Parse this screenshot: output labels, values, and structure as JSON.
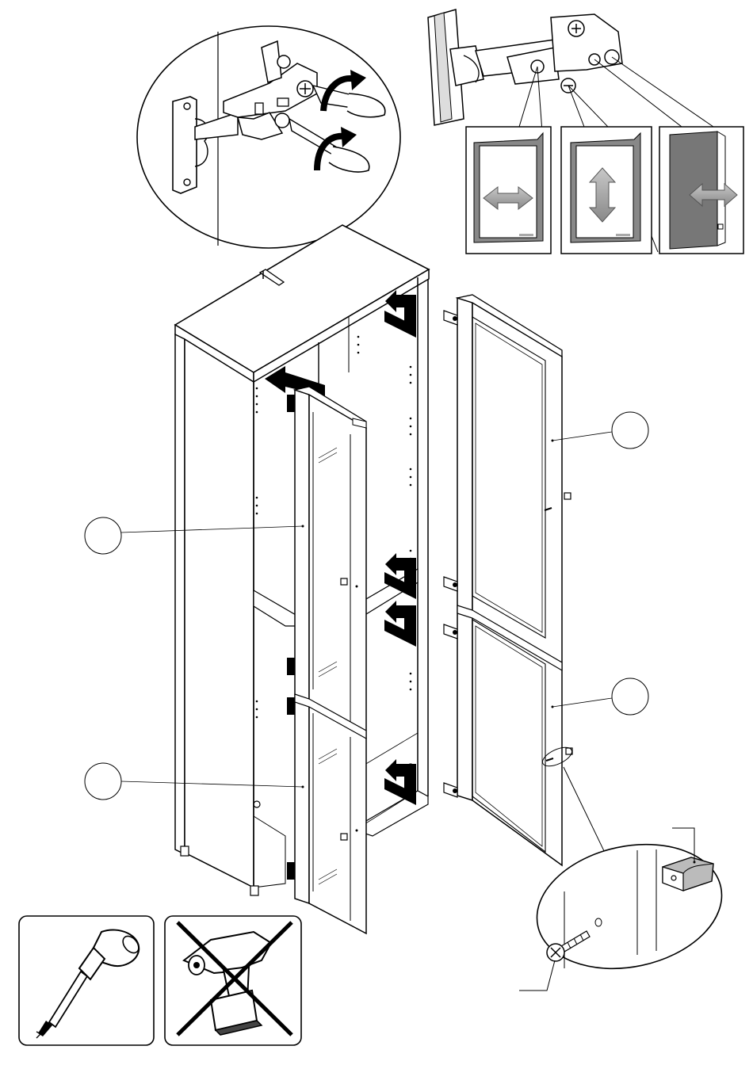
{
  "title": "",
  "callouts": [
    {
      "id": "left-door-upper",
      "label": ""
    },
    {
      "id": "left-door-lower",
      "label": ""
    },
    {
      "id": "right-door-upper",
      "label": ""
    },
    {
      "id": "right-door-lower",
      "label": ""
    }
  ],
  "adjustments": [
    {
      "name": "side-adjustment",
      "direction": "horizontal"
    },
    {
      "name": "height-adjustment",
      "direction": "vertical"
    },
    {
      "name": "depth-adjustment",
      "direction": "horizontal"
    }
  ],
  "tools": [
    {
      "name": "screwdriver",
      "allowed": true
    },
    {
      "name": "cordless-drill",
      "allowed": false
    }
  ],
  "icons": [
    "hinge-detail-icon",
    "rotate-arrow-icon",
    "screwdriver-icon",
    "drill-crossed-icon",
    "screw-icon",
    "knob-icon",
    "hook-arrow-icon"
  ],
  "colors": {
    "line": "#000000",
    "panel_fill": "#ffffff",
    "dark_panel": "#777777",
    "arrow_gray": "#999999"
  }
}
